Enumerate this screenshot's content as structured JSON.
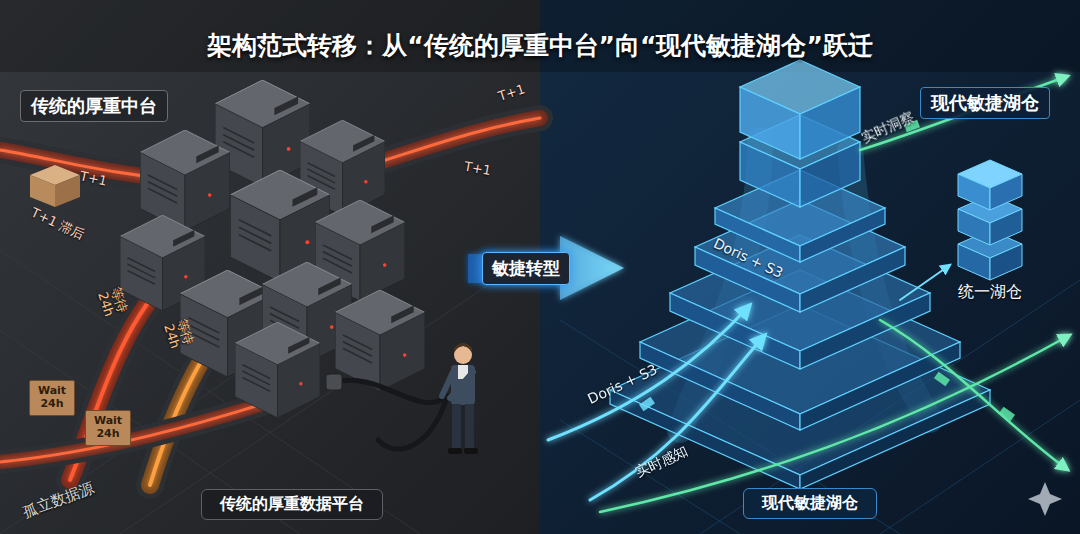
{
  "diagram": {
    "title": "架构范式转移：从“传统的厚重中台”向“现代敏捷湖仓”跃迁",
    "nodes": [
      {
        "text": [
          "传统的厚重中台"
        ]
      },
      {
        "text": [
          "现代敏捷湖仓"
        ]
      },
      {
        "text": [
          "敏捷转型"
        ]
      },
      {
        "text": [
          "Wait 24h"
        ]
      },
      {
        "text": [
          "Wait 24h"
        ]
      },
      {
        "text": [
          "传统的厚重数据平台"
        ]
      },
      {
        "text": [
          "现代敏捷湖仓"
        ]
      }
    ],
    "labels": [
      "T+1",
      "T+1 滞后",
      "T+1",
      "T+1",
      "等待 24h",
      "等待 24h",
      "孤立数据源",
      "实时洞察",
      "Doris + S3",
      "Doris + S3",
      "统一湖仓",
      "实时感知"
    ]
  }
}
